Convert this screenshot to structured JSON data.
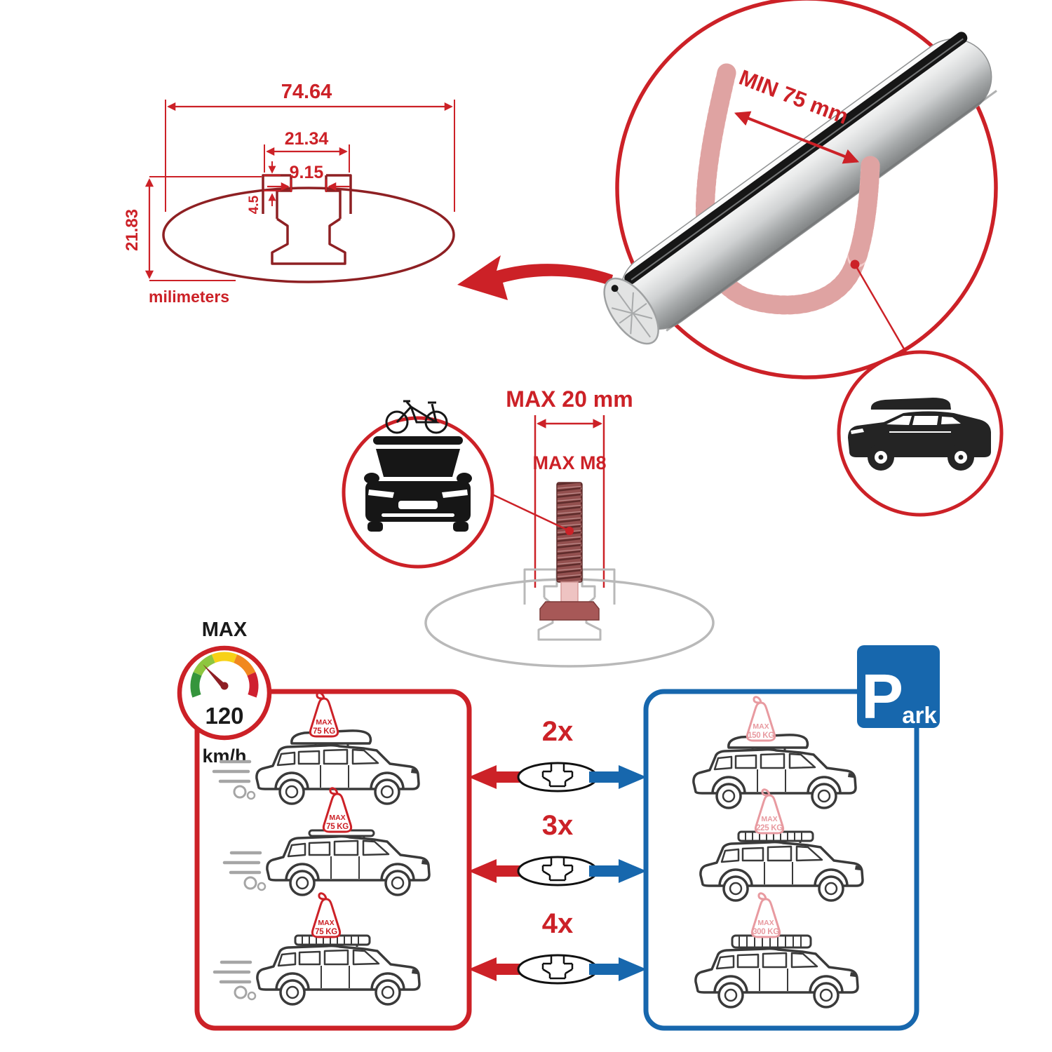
{
  "colors": {
    "red": "#cc2127",
    "dark_red": "#8e2023",
    "blue": "#1767ad",
    "gray": "#b9b9b9",
    "faded_red": "#e89aa0"
  },
  "tech_drawing": {
    "dim_outer_width": "74.64",
    "dim_channel_width": "21.34",
    "dim_slot_width": "9.15",
    "dim_lip_depth": "4.5",
    "dim_height": "21.83",
    "units": "milimeters"
  },
  "clamp": {
    "min_span": "MIN 75 mm"
  },
  "bolt": {
    "max_width": "MAX 20 mm",
    "max_thread": "MAX M8"
  },
  "speed_limit": {
    "label": "MAX",
    "value": "120",
    "unit": "km/h"
  },
  "park": {
    "p": "P",
    "ark": "ark"
  },
  "multipliers": [
    "2x",
    "3x",
    "4x"
  ],
  "driving_cars": [
    {
      "sign_top": "MAX",
      "sign_load": "75 KG"
    },
    {
      "sign_top": "MAX",
      "sign_load": "75 KG"
    },
    {
      "sign_top": "MAX",
      "sign_load": "75 KG"
    }
  ],
  "parked_cars": [
    {
      "sign_top": "MAX",
      "sign_load": "150 KG"
    },
    {
      "sign_top": "MAX",
      "sign_load": "225 KG"
    },
    {
      "sign_top": "MAX",
      "sign_load": "300 KG"
    }
  ]
}
